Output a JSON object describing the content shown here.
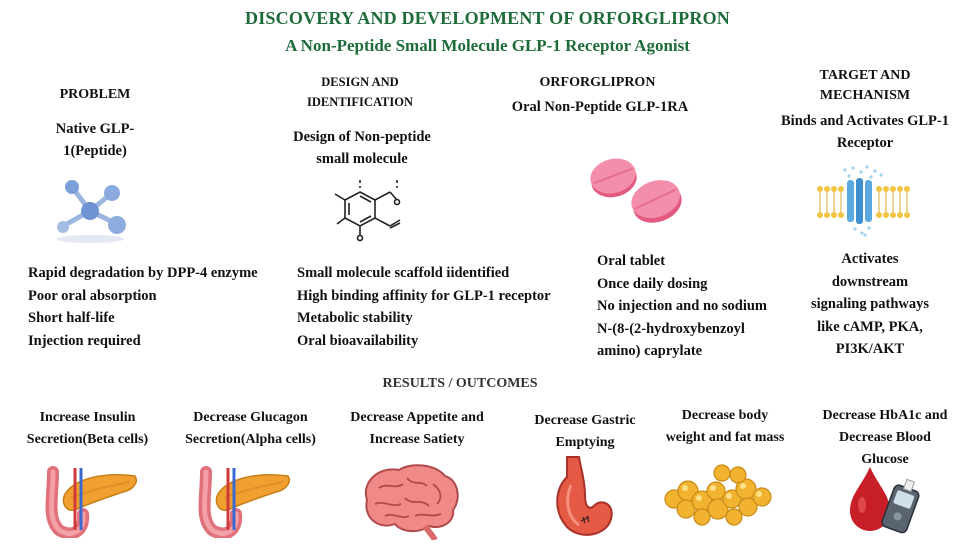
{
  "header": {
    "title": "DISCOVERY AND DEVELOPMENT OF ORFORGLIPRON",
    "subtitle": "A Non-Peptide Small Molecule GLP-1 Receptor Agonist"
  },
  "columns": [
    {
      "heading": "PROBLEM",
      "subheading_lines": [
        "Native GLP-",
        "1(Peptide)"
      ],
      "icon": "molecule-icon",
      "points": [
        "Rapid degradation by DPP-4 enzyme",
        "Poor oral absorption",
        "Short half-life",
        "Injection required"
      ]
    },
    {
      "heading_lines": [
        "DESIGN AND",
        "IDENTIFICATION"
      ],
      "subheading_lines": [
        "Design of Non-peptide",
        "small molecule"
      ],
      "icon": "chemical-structure-icon",
      "points": [
        "Small molecule scaffold iidentified",
        "High binding affinity for GLP-1 receptor",
        "Metabolic stability",
        "Oral bioavailability"
      ]
    },
    {
      "heading": "ORFORGLIPRON",
      "subheading": "Oral Non-Peptide GLP-1RA",
      "icon": "tablet-icon",
      "points": [
        "Oral tablet",
        "Once daily dosing",
        "No injection and no sodium",
        "N-(8-(2-hydroxybenzoyl",
        "amino) caprylate"
      ]
    },
    {
      "heading_lines": [
        "TARGET AND",
        "MECHANISM"
      ],
      "subheading_lines": [
        "Binds and Activates GLP-1",
        "Receptor"
      ],
      "icon": "cell-membrane-receptor-icon",
      "points": [
        "Activates",
        "downstream",
        "signaling pathways",
        "like cAMP, PKA,",
        "PI3K/AKT"
      ]
    }
  ],
  "results": {
    "heading": "RESULTS / OUTCOMES",
    "items": [
      {
        "lines": [
          "Increase Insulin",
          "Secretion(Beta cells)"
        ],
        "icon": "pancreas-icon"
      },
      {
        "lines": [
          "Decrease Glucagon",
          "Secretion(Alpha cells)"
        ],
        "icon": "pancreas-icon"
      },
      {
        "lines": [
          "Decrease Appetite and",
          "Increase Satiety"
        ],
        "icon": "brain-icon"
      },
      {
        "lines": [
          "Decrease Gastric",
          "Emptying"
        ],
        "icon": "stomach-icon"
      },
      {
        "lines": [
          "Decrease body",
          "weight and fat mass"
        ],
        "icon": "fat-tissue-icon"
      },
      {
        "lines": [
          "Decrease HbA1c and",
          "Decrease Blood",
          "Glucose"
        ],
        "icon": "glucose-meter-icon"
      }
    ]
  },
  "colors": {
    "title_green": "#1e6b3a",
    "pancreas": "#f0a030",
    "brain": "#e8767a",
    "stomach": "#e55a45",
    "fat": "#f2b330",
    "blood": "#c81e28",
    "tablet": "#f27a9a"
  }
}
